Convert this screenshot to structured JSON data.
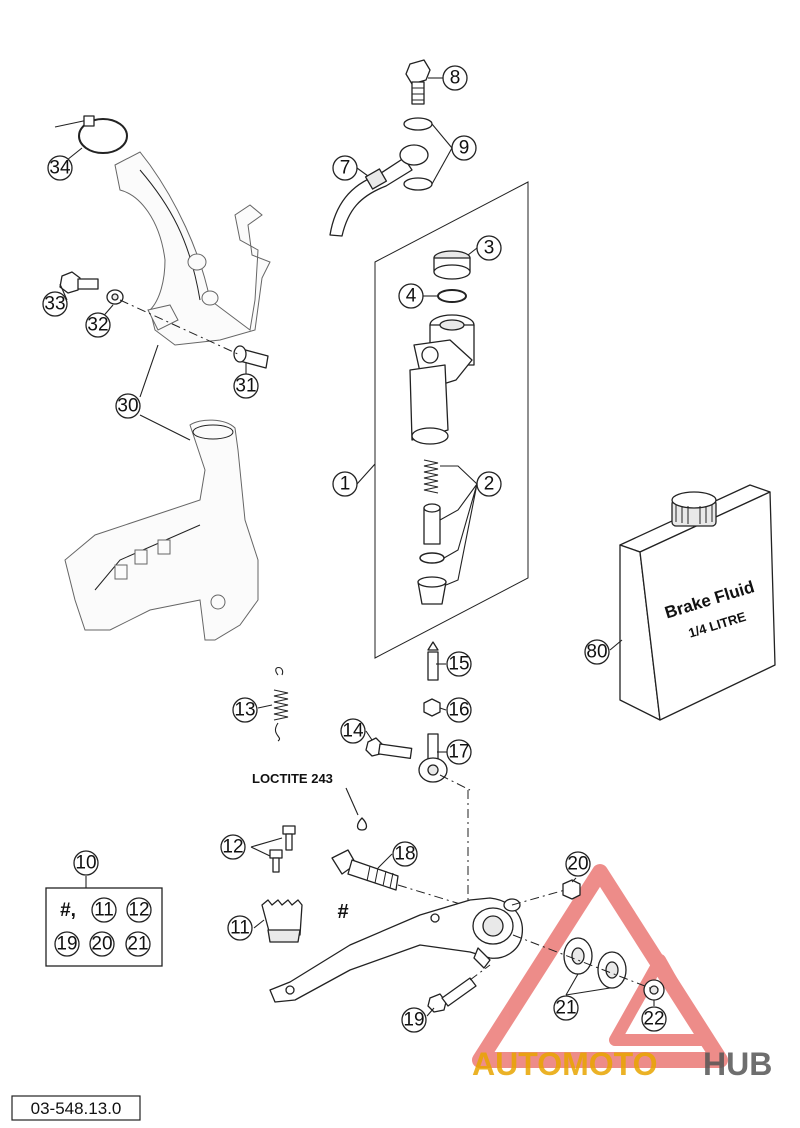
{
  "drawing_number": "03-548.13.0",
  "loctite_label": "LOCTITE 243",
  "fluid_can": {
    "line1": "Brake Fluid",
    "line2": "1/4 LITRE"
  },
  "kit_box": {
    "callout": "10",
    "hash_label": "#,",
    "items": [
      "11",
      "12",
      "19",
      "20",
      "21"
    ]
  },
  "hash_marker": "#",
  "callouts": {
    "c1": "1",
    "c2": "2",
    "c3": "3",
    "c4": "4",
    "c7": "7",
    "c8": "8",
    "c9": "9",
    "c11": "11",
    "c12": "12",
    "c13": "13",
    "c14": "14",
    "c15": "15",
    "c16": "16",
    "c17": "17",
    "c18": "18",
    "c19": "19",
    "c20": "20",
    "c21": "21",
    "c22": "22",
    "c30": "30",
    "c31": "31",
    "c32": "32",
    "c33": "33",
    "c34": "34",
    "c80": "80"
  },
  "watermark": {
    "part1": "AUTOMOTO",
    "part2": "HUB",
    "color_accent": "#e8a400",
    "color_dark": "#555555",
    "color_triangle": "#e0302a"
  }
}
